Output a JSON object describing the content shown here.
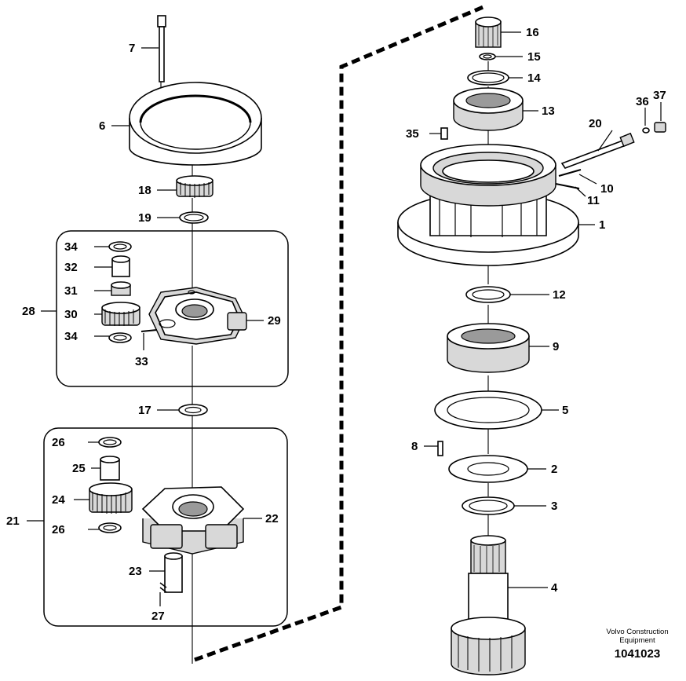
{
  "labels": {
    "p1": "1",
    "p2": "2",
    "p3": "3",
    "p4": "4",
    "p5": "5",
    "p6": "6",
    "p7": "7",
    "p8": "8",
    "p9": "9",
    "p10": "10",
    "p11": "11",
    "p12": "12",
    "p13": "13",
    "p14": "14",
    "p15": "15",
    "p16": "16",
    "p17": "17",
    "p18": "18",
    "p19": "19",
    "p20": "20",
    "p21": "21",
    "p22": "22",
    "p23": "23",
    "p24": "24",
    "p25": "25",
    "p26a": "26",
    "p26b": "26",
    "p27": "27",
    "p28": "28",
    "p29": "29",
    "p30": "30",
    "p31": "31",
    "p32": "32",
    "p33": "33",
    "p34a": "34",
    "p34b": "34",
    "p35": "35",
    "p36": "36",
    "p37": "37"
  },
  "footer": {
    "company_line1": "Volvo Construction",
    "company_line2": "Equipment",
    "drawing_number": "1041023"
  }
}
